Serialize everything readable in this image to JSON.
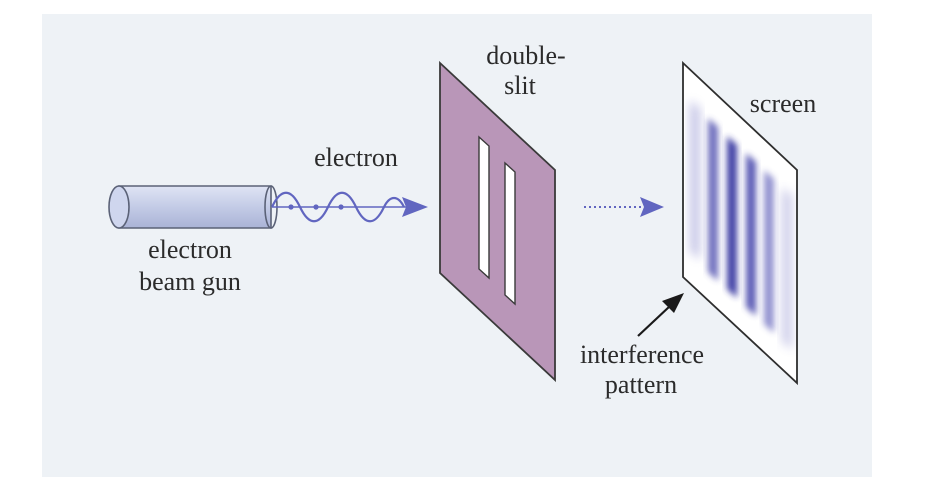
{
  "labels": {
    "gun_line1": "electron",
    "gun_line2": "beam gun",
    "electron": "electron",
    "slit_line1": "double-",
    "slit_line2": "slit",
    "screen": "screen",
    "pattern_line1": "interference",
    "pattern_line2": "pattern"
  },
  "colors": {
    "panel": "#eef2f6",
    "gun_body": "#c9d1ea",
    "gun_stroke": "#5b6277",
    "wave": "#6166c0",
    "slit_plate": "#b996b8",
    "plate_stroke": "#3a3a3a",
    "fringe": "#3f3fa8",
    "text": "#2b2b2b"
  },
  "icons": {
    "gun": "cylinder-icon",
    "electron_wave": "wave-arrow-icon",
    "pattern_pointer": "arrow-icon"
  }
}
